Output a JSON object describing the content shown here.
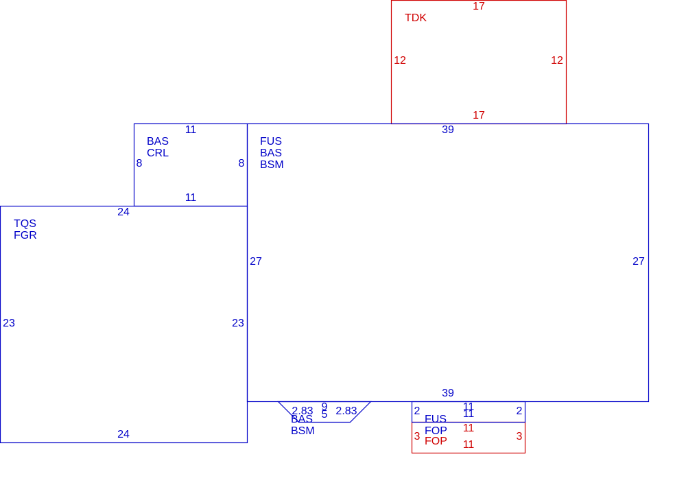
{
  "colors": {
    "blue": "#0000c8",
    "red": "#d00000"
  },
  "areas": {
    "tdk": {
      "codes": [
        "TDK"
      ],
      "dims": {
        "top": "17",
        "bottom": "17",
        "left": "12",
        "right": "12"
      }
    },
    "bas_crl": {
      "codes": [
        "BAS",
        "CRL"
      ],
      "dims": {
        "top": "11",
        "bottom": "11",
        "left": "8",
        "right": "8"
      }
    },
    "main": {
      "codes": [
        "FUS",
        "BAS",
        "BSM"
      ],
      "dims": {
        "top": "39",
        "bottom": "39",
        "left": "27",
        "right": "27"
      }
    },
    "garage": {
      "codes": [
        "TQS",
        "FGR"
      ],
      "dims": {
        "top": "24",
        "bottom": "24",
        "left": "23",
        "right": "23"
      }
    },
    "bay": {
      "codes": [
        "BAS",
        "BSM"
      ],
      "dims": {
        "left_diag": "2.83",
        "top": "9",
        "center": "5",
        "right_diag": "2.83"
      }
    },
    "fus_small": {
      "code": "FUS",
      "dims": {
        "top": "11",
        "bottom": "11",
        "left": "2",
        "right": "2"
      }
    },
    "fop": {
      "codes": [
        "FOP",
        "FOP"
      ],
      "dims": {
        "top": "11",
        "bottom": "11",
        "left": "3",
        "right": "3"
      }
    }
  }
}
